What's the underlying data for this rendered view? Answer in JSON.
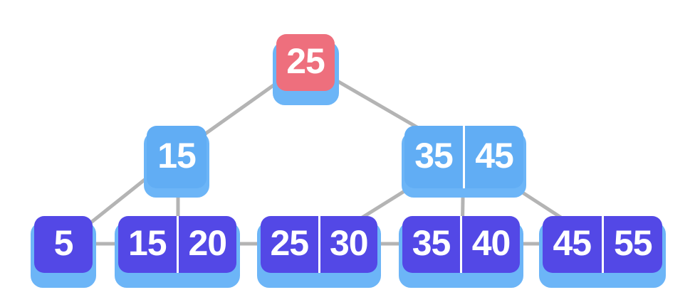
{
  "diagram": {
    "type": "b-plus-tree",
    "levels": 3
  },
  "nodes": {
    "root": {
      "keys": [
        "25"
      ]
    },
    "internal_left": {
      "keys": [
        "15"
      ]
    },
    "internal_right": {
      "keys": [
        "35",
        "45"
      ]
    },
    "leaf_1": {
      "keys": [
        "5"
      ]
    },
    "leaf_2": {
      "keys": [
        "15",
        "20"
      ]
    },
    "leaf_3": {
      "keys": [
        "25",
        "30"
      ]
    },
    "leaf_4": {
      "keys": [
        "35",
        "40"
      ]
    },
    "leaf_5": {
      "keys": [
        "45",
        "55"
      ]
    }
  },
  "colors": {
    "root_fill": "#ee6f7d",
    "internal_fill": "#61adf4",
    "leaf_fill": "#5348e6",
    "underlay_fill": "#6cb5f7",
    "edge_color": "#b4b4b4",
    "key_text": "#ffffff"
  }
}
